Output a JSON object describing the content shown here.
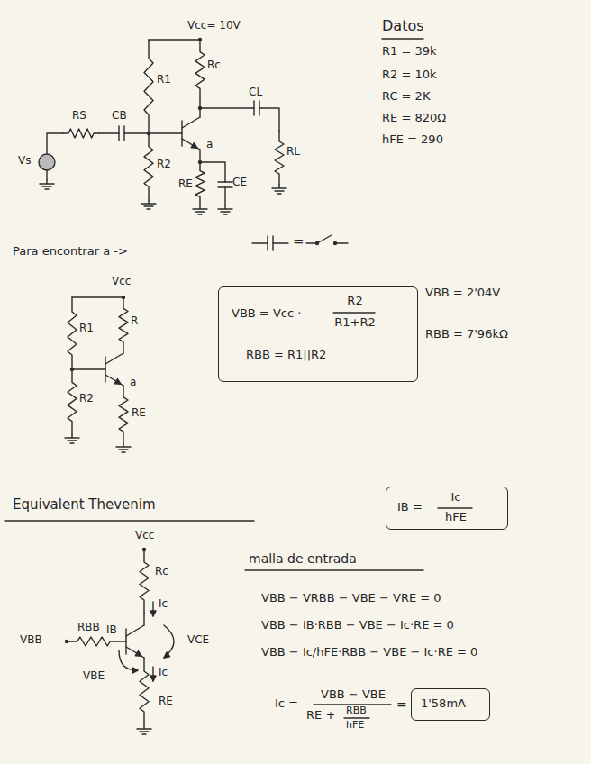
{
  "diagram": {
    "nodes": [
      {
        "text": [
          "VBB = Vcc ·",
          "R2",
          "R1+R2",
          "RBB = R1||R2"
        ]
      },
      {
        "text": [
          "IB =",
          "Ic",
          "hFE"
        ]
      },
      {
        "text": [
          "1'58mA"
        ]
      }
    ],
    "labels": [
      "Vcc= 10V",
      "Datos",
      "R1 = 39k",
      "R2 = 10k",
      "RC = 2K",
      "RE = 820Ω",
      "hFE = 290",
      "R1",
      "Rc",
      "CL",
      "RS",
      "CB",
      "a",
      "RE",
      "CE",
      "RL",
      "R2",
      "Vs",
      "Para encontrar a ->",
      "=",
      "Vcc",
      "R1",
      "R",
      "a",
      "R2",
      "RE",
      "VBB = 2'04V",
      "RBB = 7'96kΩ",
      "Equivalent Thevenim",
      "Vcc",
      "Rc",
      "Ic",
      "VBB",
      "RBB",
      "IB",
      "VCE",
      "VBE",
      "Ic",
      "RE",
      "malla de entrada",
      "VBB − VRBB − VBE − VRE = 0",
      "VBB − IB·RBB − VBE − Ic·RE = 0",
      "VBB − Ic/hFE·RBB − VBE − Ic·RE = 0",
      "Ic =",
      "VBB − VBE",
      "RE +",
      "RBB",
      "hFE",
      "="
    ]
  }
}
